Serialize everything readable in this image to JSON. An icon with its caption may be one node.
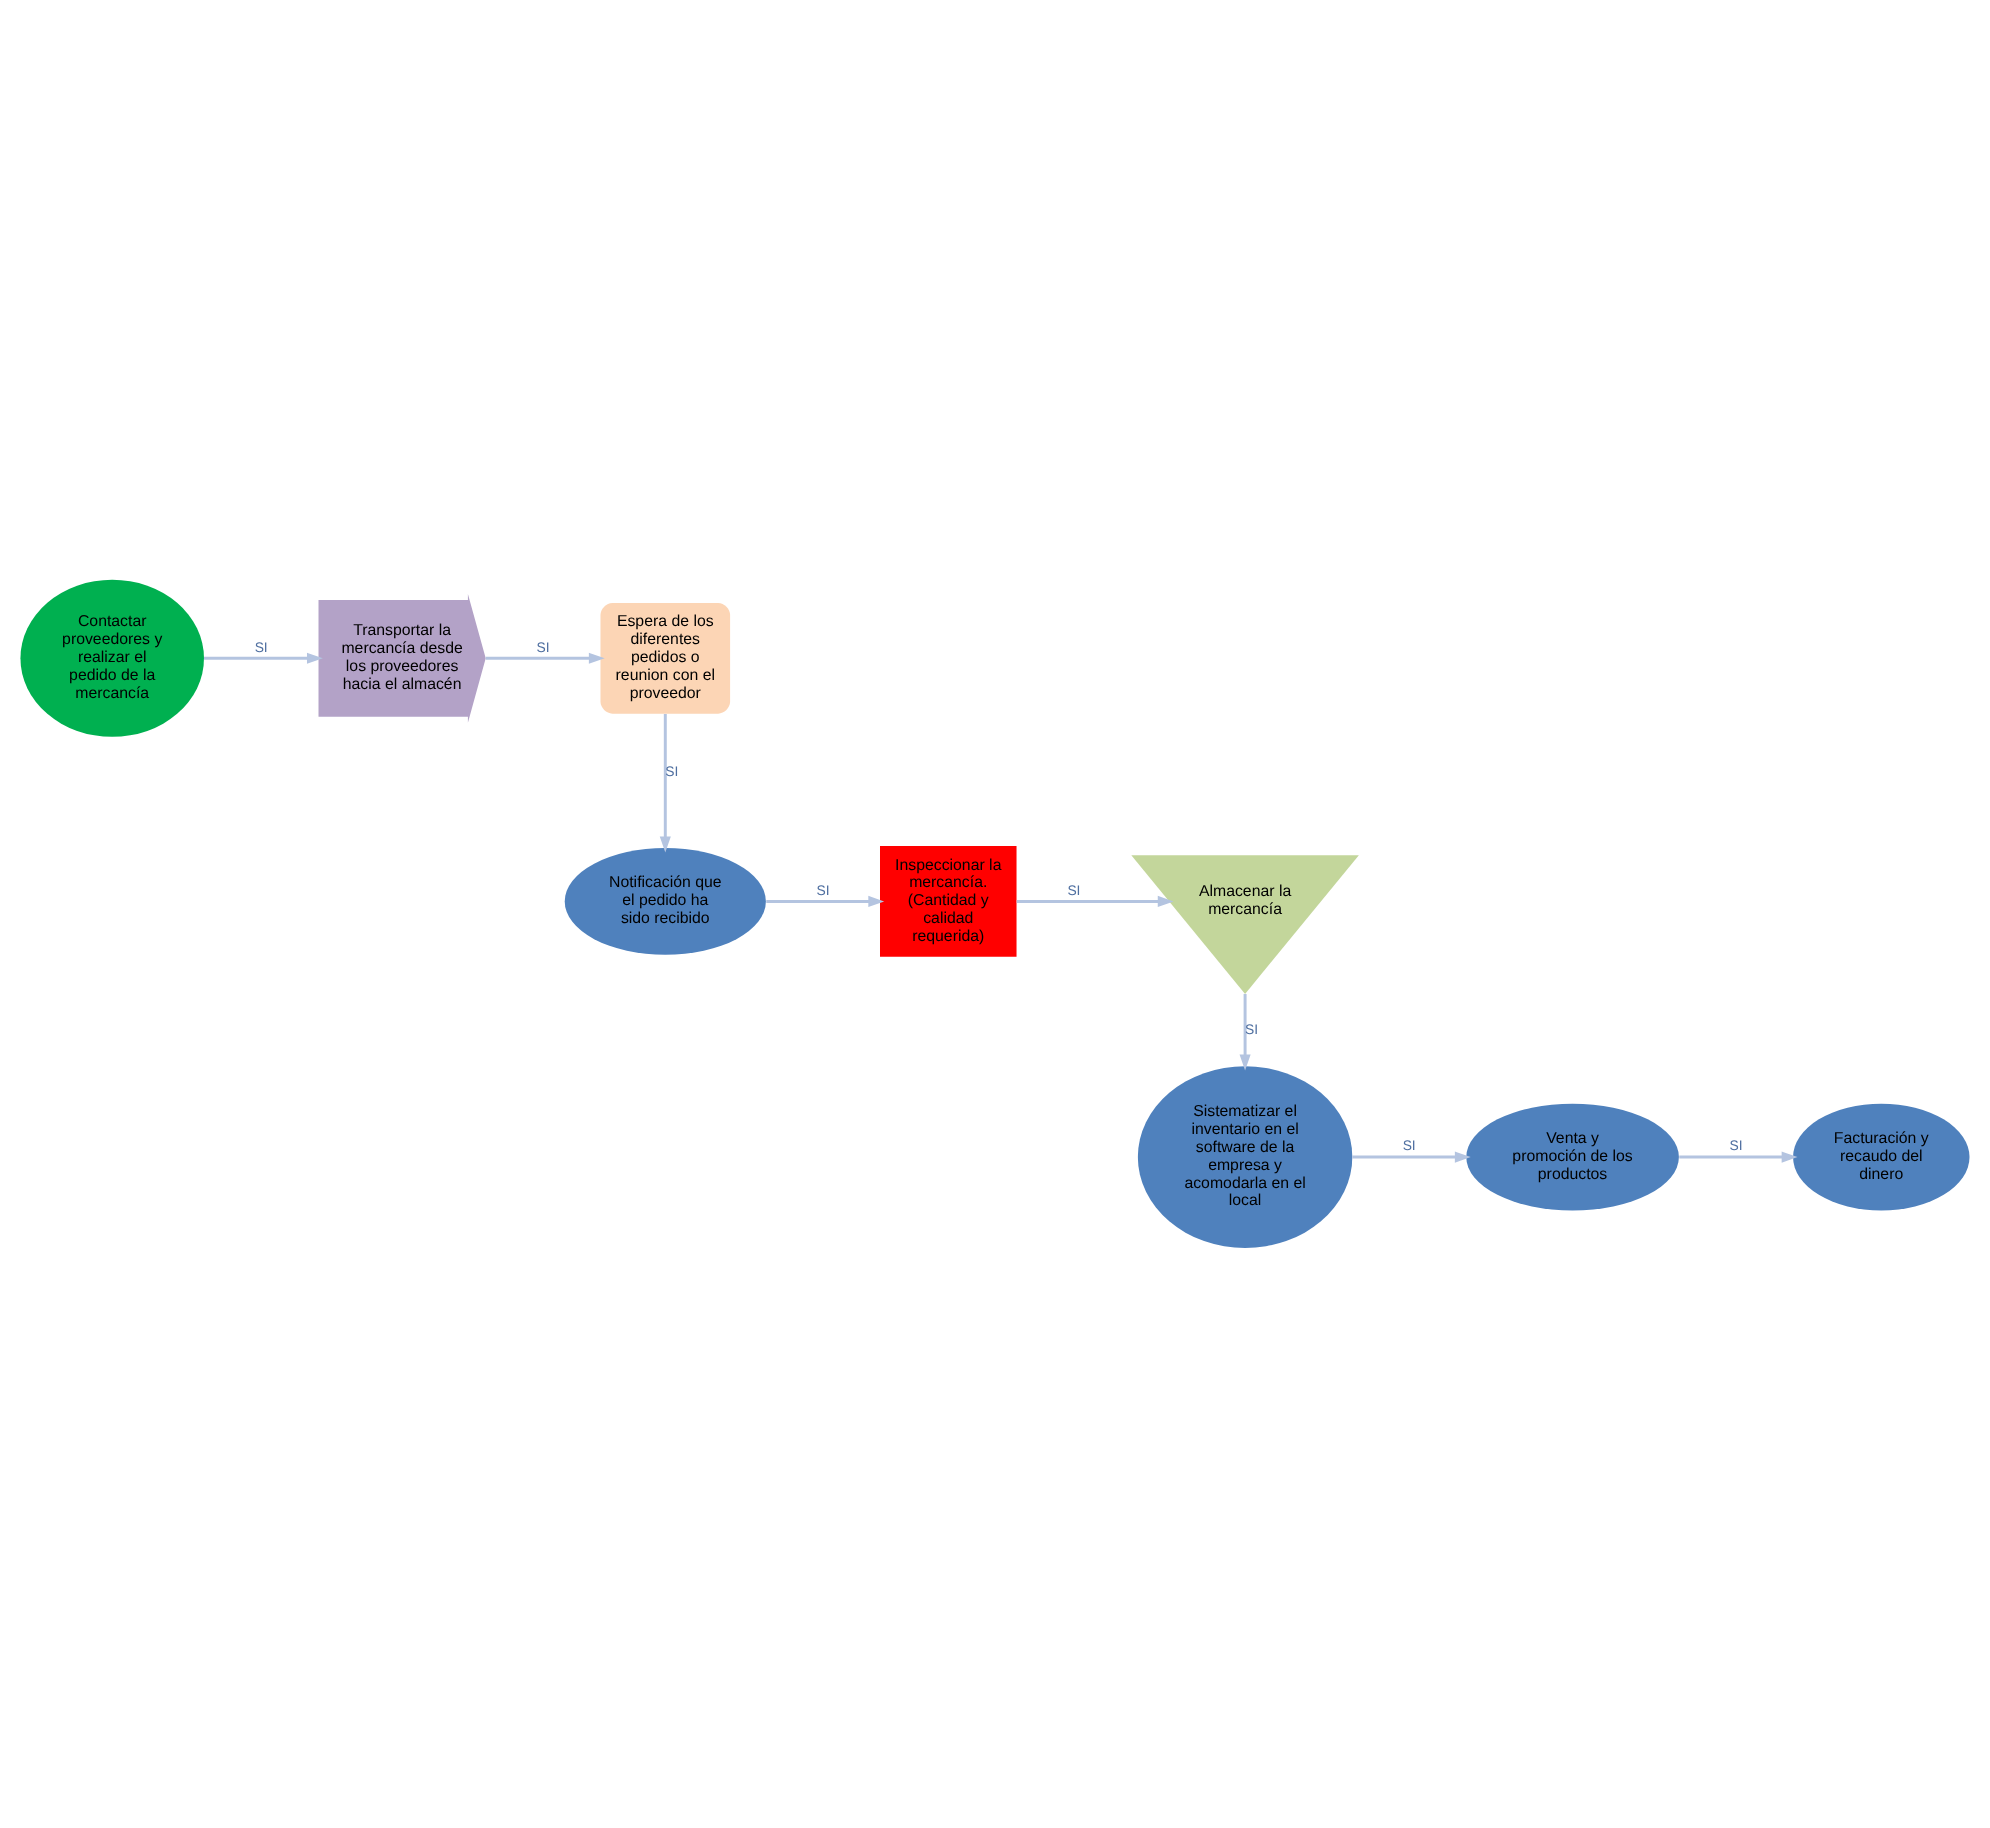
{
  "diagram": {
    "nodes": [
      {
        "text": [
          "Contactar proveedores y realizar el pedido de la mercancía"
        ]
      },
      {
        "text": [
          "Transportar la mercancía desde los proveedores hacia el almacén"
        ]
      },
      {
        "text": [
          "Espera de los diferentes pedidos o reunion con el proveedor"
        ]
      },
      {
        "text": [
          "Notificación que el pedido ha sido recibido"
        ]
      },
      {
        "text": [
          "Inspeccionar la mercancía. (Cantidad y calidad requerida)"
        ]
      },
      {
        "text": [
          "Almacenar la mercancía"
        ]
      },
      {
        "text": [
          "Sistematizar el inventario en el software de la empresa y acomodarla en el local"
        ]
      },
      {
        "text": [
          "Venta y promoción de los productos"
        ]
      },
      {
        "text": [
          "Facturación y recaudo del dinero"
        ]
      }
    ],
    "edges": [
      {
        "from": 0,
        "to": 1,
        "arrow": "to",
        "label": "SI"
      },
      {
        "from": 1,
        "to": 2,
        "arrow": "to",
        "label": "SI"
      },
      {
        "from": 2,
        "to": 3,
        "arrow": "to",
        "label": "SI"
      },
      {
        "from": 3,
        "to": 4,
        "arrow": "to",
        "label": "SI"
      },
      {
        "from": 4,
        "to": 5,
        "arrow": "to",
        "label": "SI"
      },
      {
        "from": 5,
        "to": 6,
        "arrow": "to",
        "label": "SI"
      },
      {
        "from": 6,
        "to": 7,
        "arrow": "to",
        "label": "SI"
      },
      {
        "from": 7,
        "to": 8,
        "arrow": "to",
        "label": "SI"
      }
    ]
  }
}
